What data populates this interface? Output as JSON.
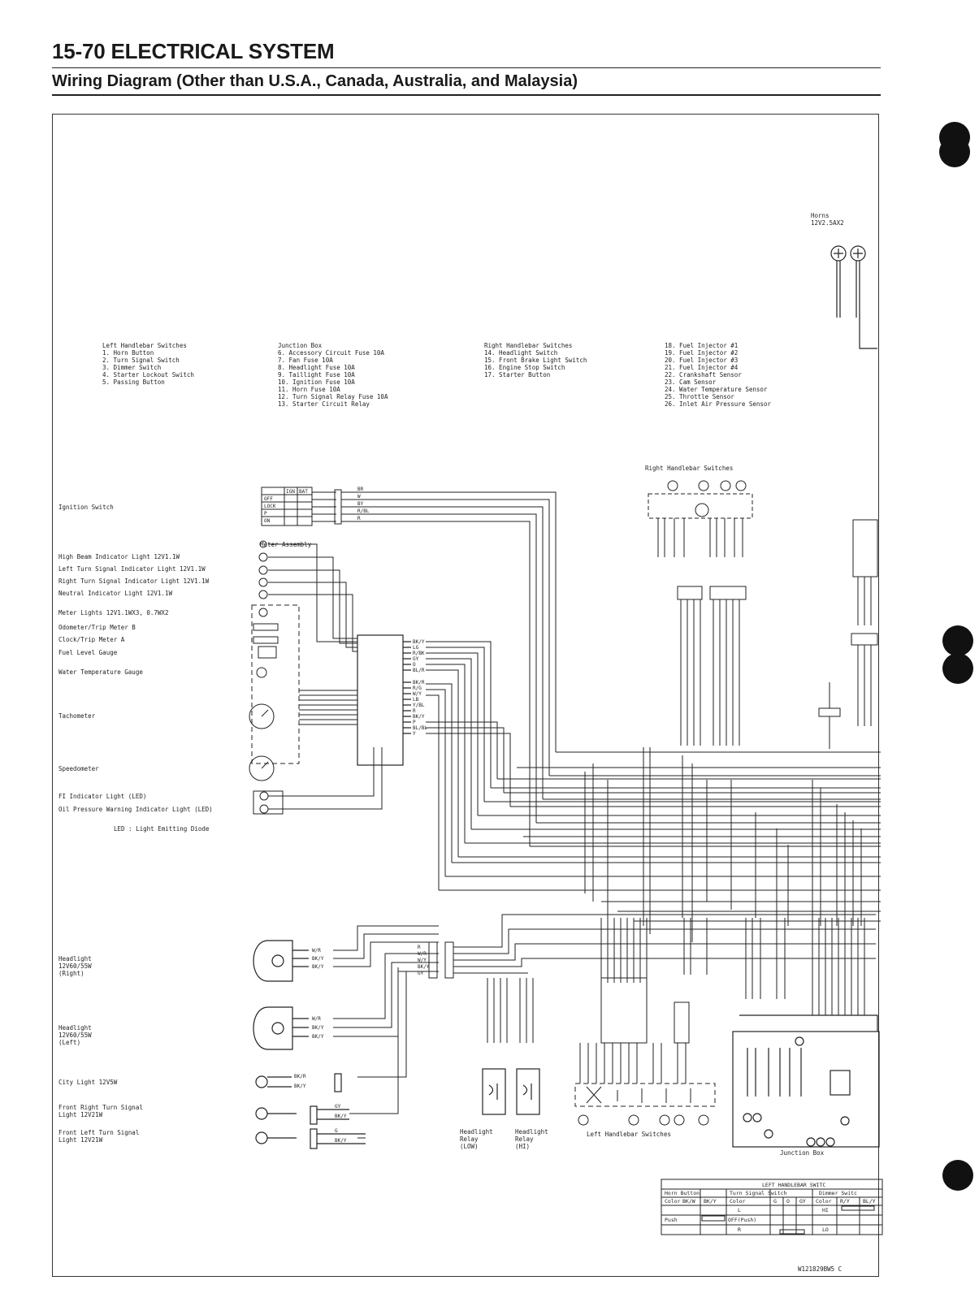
{
  "header": {
    "page_title": "15-70 ELECTRICAL SYSTEM",
    "subtitle": "Wiring Diagram (Other than U.S.A., Canada, Australia, and Malaysia)"
  },
  "legend": {
    "left_handlebar": {
      "title": "Left Handlebar Switches",
      "items": [
        "1. Horn Button",
        "2. Turn Signal Switch",
        "3. Dimmer Switch",
        "4. Starter Lockout Switch",
        "5. Passing Button"
      ]
    },
    "junction_box": {
      "title": "Junction Box",
      "items": [
        "6. Accessory Circuit Fuse 10A",
        "7. Fan Fuse 10A",
        "8. Headlight Fuse 10A",
        "9. Taillight Fuse 10A",
        "10. Ignition Fuse 10A",
        "11. Horn Fuse 10A",
        "12. Turn Signal Relay Fuse 10A",
        "13. Starter Circuit Relay"
      ]
    },
    "right_handlebar": {
      "title": "Right Handlebar Switches",
      "items": [
        "14. Headlight Switch",
        "15. Front Brake Light Switch",
        "16. Engine Stop Switch",
        "17. Starter Button"
      ]
    },
    "sensors": {
      "items": [
        "18. Fuel Injector #1",
        "19. Fuel Injector #2",
        "20. Fuel Injector #3",
        "21. Fuel Injector #4",
        "22. Crankshaft Sensor",
        "23. Cam Sensor",
        "24. Water Temperature Sensor",
        "25. Throttle Sensor",
        "26. Inlet Air Pressure Sensor"
      ]
    }
  },
  "labels": {
    "horns": "Horns",
    "horns_spec": "12V2.5AX2",
    "right_handlebar_switches": "Right Handlebar Switches",
    "ignition_switch": "Ignition Switch",
    "meter_assembly": "Meter Assembly",
    "high_beam": "High Beam Indicator Light 12V1.1W",
    "left_turn": "Left Turn Signal Indicator Light 12V1.1W",
    "right_turn": "Right Turn Signal Indicator Light 12V1.1W",
    "neutral": "Neutral Indicator Light 12V1.1W",
    "meter_lights": "Meter Lights 12V1.1WX3, 0.7WX2",
    "odometer": "Odometer/Trip Meter B",
    "clock": "Clock/Trip Meter A",
    "fuel_gauge": "Fuel Level Gauge",
    "water_gauge": "Water Temperature Gauge",
    "tachometer": "Tachometer",
    "speedometer": "Speedometer",
    "fi_light": "FI Indicator Light (LED)",
    "oil_light": "Oil Pressure Warning Indicator Light (LED)",
    "led_note": "LED : Light Emitting Diode",
    "headlight_right": [
      "Headlight",
      "12V60/55W",
      "(Right)"
    ],
    "headlight_left": [
      "Headlight",
      "12V60/55W",
      "(Left)"
    ],
    "city_light": "City Light 12V5W",
    "front_right_turn": [
      "Front Right Turn Signal",
      "Light 12V21W"
    ],
    "front_left_turn": [
      "Front Left Turn Signal",
      "Light 12V21W"
    ],
    "relay_low": [
      "Headlight",
      "Relay",
      "(LOW)"
    ],
    "relay_hi": [
      "Headlight",
      "Relay",
      "(HI)"
    ],
    "left_handlebar_switches": "Left Handlebar Switches",
    "junction_box_label": "Junction Box",
    "doc_code": "W121829BW5 C",
    "ignition_table": [
      "IGN",
      "BAT",
      "OFF",
      "LOCK",
      "P",
      "ON"
    ]
  },
  "wire_colors": {
    "ignition": [
      "BR",
      "W",
      "BY",
      "R/BL",
      "R"
    ],
    "meter_connector": [
      "BK/Y",
      "LG",
      "R/BK",
      "GY",
      "O",
      "BL/R",
      "BK/R",
      "R/G",
      "W/Y",
      "LB",
      "Y/BL",
      "R",
      "BK/Y",
      "P",
      "BL/BL",
      "Y"
    ],
    "headlight_right": [
      "W/R",
      "BK/Y",
      "BK/Y"
    ],
    "headlight_left": [
      "W/R",
      "BK/Y",
      "BK/Y"
    ],
    "city_light": [
      "BK/R",
      "BK/Y"
    ],
    "front_right_turn": [
      "GY",
      "BK/Y"
    ],
    "front_left_turn": [
      "G",
      "BK/Y"
    ],
    "connector_mid": [
      "R",
      "W/R",
      "W/Y",
      "BK/Y",
      "GY"
    ]
  },
  "switch_table": {
    "title": "LEFT HANDLEBAR SWITC",
    "groups": [
      "Horn Button",
      "Turn Signal Switch",
      "Dimmer Switc"
    ],
    "color_row": [
      "Color",
      "BK/W",
      "BK/Y",
      "Color",
      "G",
      "O",
      "GY",
      "Color",
      "R/Y",
      "BL/Y"
    ],
    "row_labels": [
      "Push",
      "L",
      "OFF(Push)",
      "R",
      "HI",
      "LO"
    ]
  }
}
